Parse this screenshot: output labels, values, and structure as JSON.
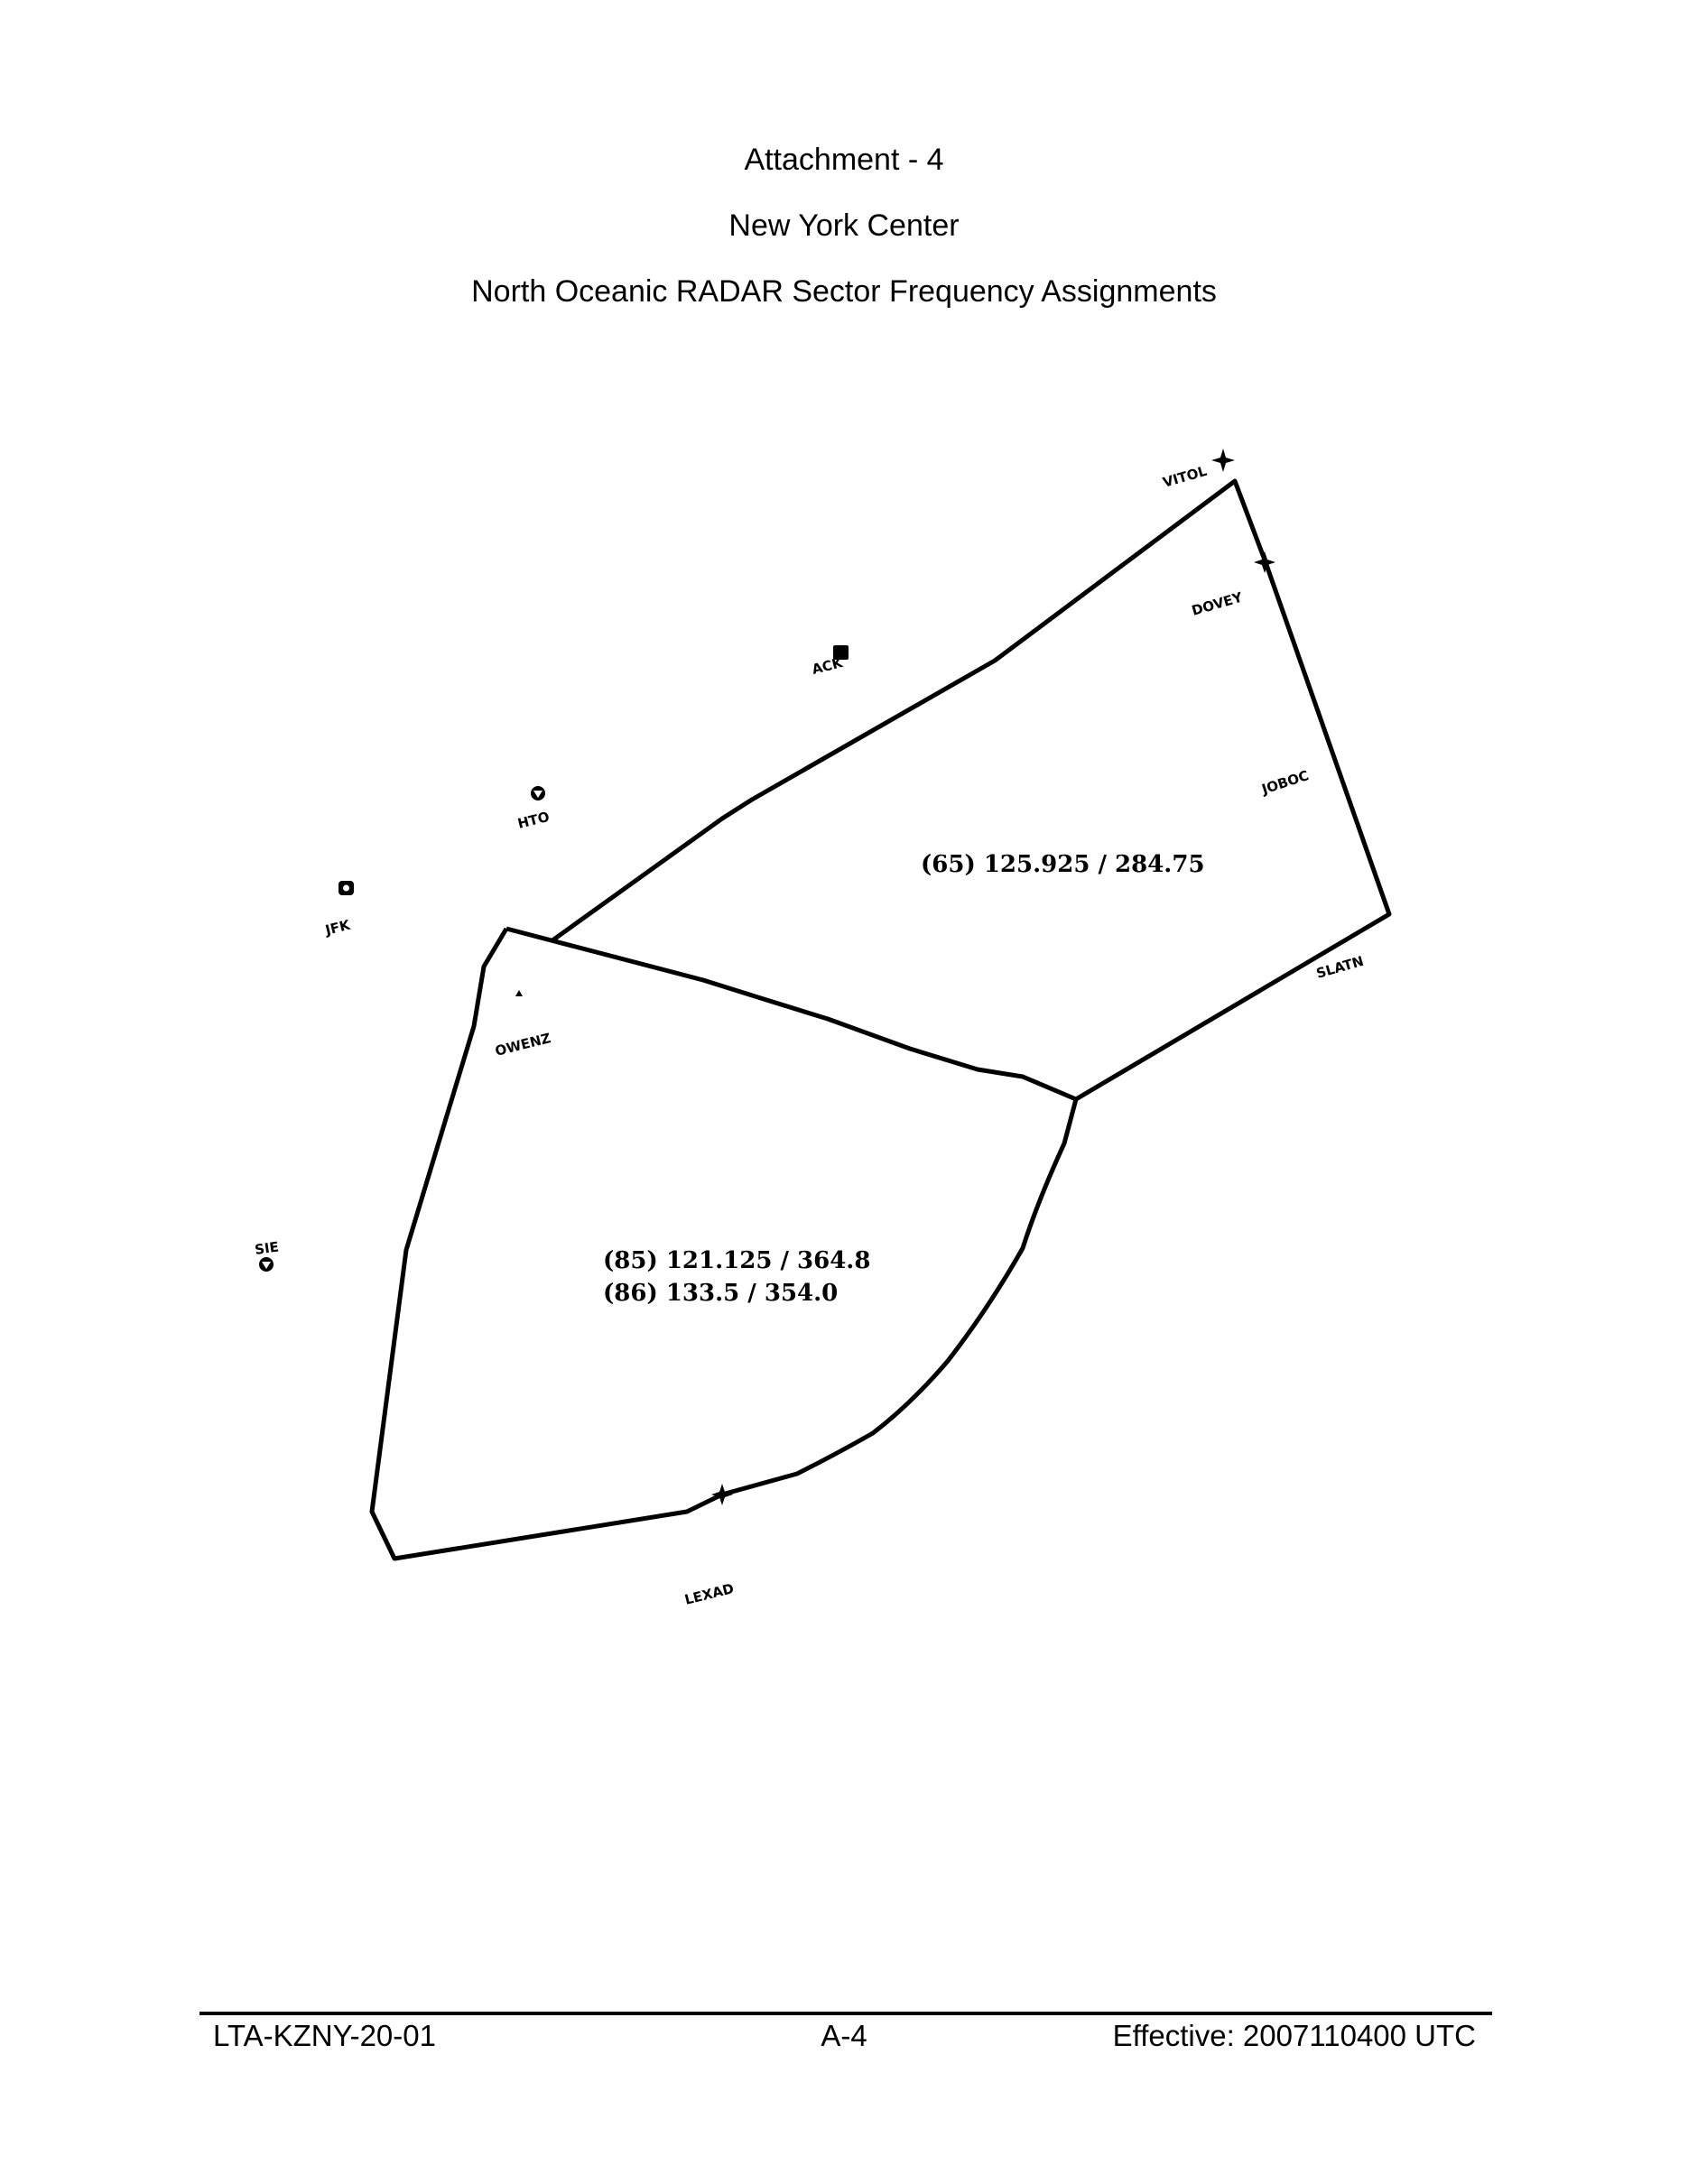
{
  "header": {
    "line1": "Attachment - 4",
    "line2": "New York Center",
    "line3": "North Oceanic RADAR Sector Frequency Assignments"
  },
  "map": {
    "fixes": {
      "vitol": "VITOL",
      "dovey": "DOVEY",
      "joboc": "JOBOC",
      "slatn": "SLATN",
      "owenz": "OWENZ",
      "lexad": "LEXAD"
    },
    "navaids": {
      "ack": "ACK",
      "hto": "HTO",
      "jfk": "JFK",
      "sie": "SIE"
    },
    "sectors": {
      "north": "(65) 125.925 / 284.75",
      "south_1": "(85) 121.125 / 364.8",
      "south_2": "(86) 133.5 / 354.0"
    }
  },
  "footer": {
    "doc_id": "LTA-KZNY-20-01",
    "page": "A-4",
    "effective": "Effective: 2007110400 UTC"
  }
}
